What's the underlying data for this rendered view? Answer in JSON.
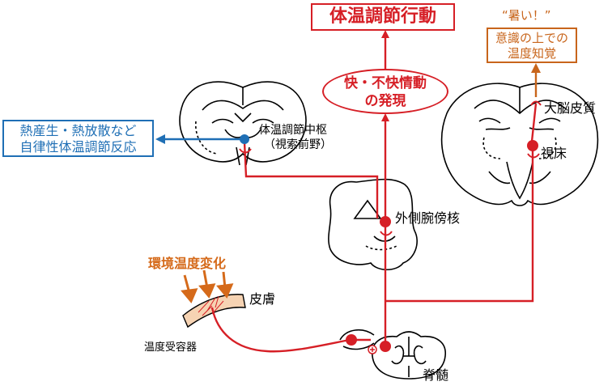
{
  "labels": {
    "top_box": "体温調節行動",
    "emotion_line1": "快・不快情動",
    "emotion_line2": "の発現",
    "hot_quote": "“暑い！”",
    "perception_line1": "意識の上での",
    "perception_line2": "温度知覚",
    "autonomic_line1": "熱産生・熱放散など",
    "autonomic_line2": "自律性体温調節反応",
    "center_line1": "体温調節中枢",
    "center_line2": "（視索前野）",
    "lpb": "外側腕傍核",
    "cortex": "大脳皮質",
    "thalamus": "視床",
    "env_change": "環境温度変化",
    "skin": "皮膚",
    "receptor": "温度受容器",
    "spinal": "脊髄"
  },
  "colors": {
    "pathway_red": "#d61f26",
    "autonomic_blue": "#1f6fb5",
    "perception_orange": "#c8651b",
    "env_orange": "#d56a1a",
    "skin_fill": "#f6d3b3"
  }
}
